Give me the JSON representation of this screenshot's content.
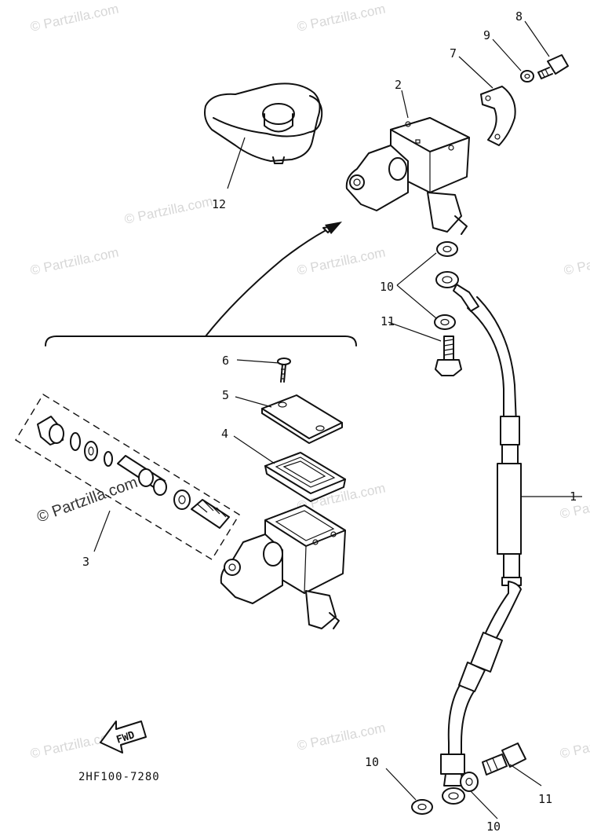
{
  "diagram": {
    "part_code": "2HF100-7280",
    "fwd_label": "FWD",
    "watermark_text": "© Partzilla.com",
    "callouts": [
      {
        "id": "c1",
        "text": "1"
      },
      {
        "id": "c2",
        "text": "2"
      },
      {
        "id": "c3",
        "text": "3"
      },
      {
        "id": "c4",
        "text": "4"
      },
      {
        "id": "c5",
        "text": "5"
      },
      {
        "id": "c6",
        "text": "6"
      },
      {
        "id": "c7",
        "text": "7"
      },
      {
        "id": "c8",
        "text": "8"
      },
      {
        "id": "c9",
        "text": "9"
      },
      {
        "id": "c10a",
        "text": "10"
      },
      {
        "id": "c10b",
        "text": "10"
      },
      {
        "id": "c10c",
        "text": "10"
      },
      {
        "id": "c11a",
        "text": "11"
      },
      {
        "id": "c11b",
        "text": "11"
      },
      {
        "id": "c12",
        "text": "12"
      }
    ]
  }
}
